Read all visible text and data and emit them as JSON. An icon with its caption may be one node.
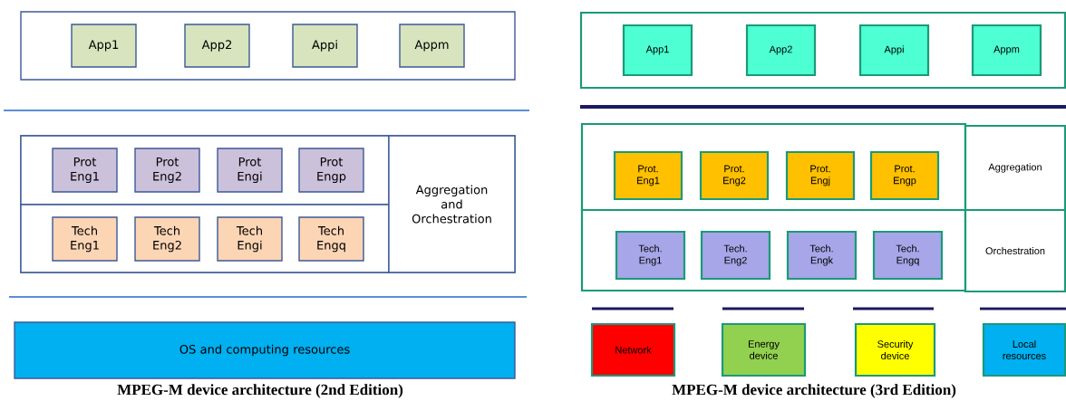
{
  "diagram": {
    "nodes": [
      {
        "text": [],
        "shape": "box"
      },
      {
        "text": [
          "App1"
        ],
        "in": 0
      },
      {
        "text": [
          "App2"
        ],
        "in": 0
      },
      {
        "text": [
          "Appi"
        ],
        "in": 0
      },
      {
        "text": [
          "Appm"
        ],
        "in": 0
      },
      {
        "text": [],
        "shape": "box"
      },
      {
        "text": [],
        "shape": "box",
        "in": 5
      },
      {
        "text": [
          "Prot Eng1"
        ],
        "in": 6
      },
      {
        "text": [
          "Prot Eng2"
        ],
        "in": 6
      },
      {
        "text": [
          "Prot Engi"
        ],
        "in": 6
      },
      {
        "text": [
          "Prot Engp"
        ],
        "in": 6
      },
      {
        "text": [],
        "shape": "box",
        "in": 5
      },
      {
        "text": [
          "Tech Eng1"
        ],
        "in": 11
      },
      {
        "text": [
          "Tech Eng2"
        ],
        "in": 11
      },
      {
        "text": [
          "Tech Engi"
        ],
        "in": 11
      },
      {
        "text": [
          "Tech Engq"
        ],
        "in": 11
      },
      {
        "text": [
          "Aggregation and Orchestration"
        ],
        "in": 5
      },
      {
        "text": [
          "OS and computing resources"
        ]
      },
      {
        "text": [],
        "shape": "box"
      },
      {
        "text": [
          "App1"
        ],
        "in": 18
      },
      {
        "text": [
          "App2"
        ],
        "in": 18
      },
      {
        "text": [
          "Appi"
        ],
        "in": 18
      },
      {
        "text": [
          "Appm"
        ],
        "in": 18
      },
      {
        "text": [],
        "shape": "box"
      },
      {
        "text": [
          "Prot. Eng1"
        ],
        "in": 23
      },
      {
        "text": [
          "Prot. Eng2"
        ],
        "in": 23
      },
      {
        "text": [
          "Prot. Engj"
        ],
        "in": 23
      },
      {
        "text": [
          "Prot. Engp"
        ],
        "in": 23
      },
      {
        "text": [
          "Aggregation"
        ]
      },
      {
        "text": [],
        "shape": "box"
      },
      {
        "text": [
          "Tech. Eng1"
        ],
        "in": 29
      },
      {
        "text": [
          "Tech. Eng2"
        ],
        "in": 29
      },
      {
        "text": [
          "Tech. Engk"
        ],
        "in": 29
      },
      {
        "text": [
          "Tech. Engq"
        ],
        "in": 29
      },
      {
        "text": [
          "Orchestration"
        ]
      },
      {
        "text": [
          "Network"
        ]
      },
      {
        "text": [
          "Energy device"
        ]
      },
      {
        "text": [
          "Security device"
        ]
      },
      {
        "text": [
          "Local resources"
        ]
      }
    ],
    "edges": [],
    "labels": [
      "MPEG-M device architecture (2nd Edition)",
      "MPEG-M device architecture (3rd Edition)"
    ]
  }
}
